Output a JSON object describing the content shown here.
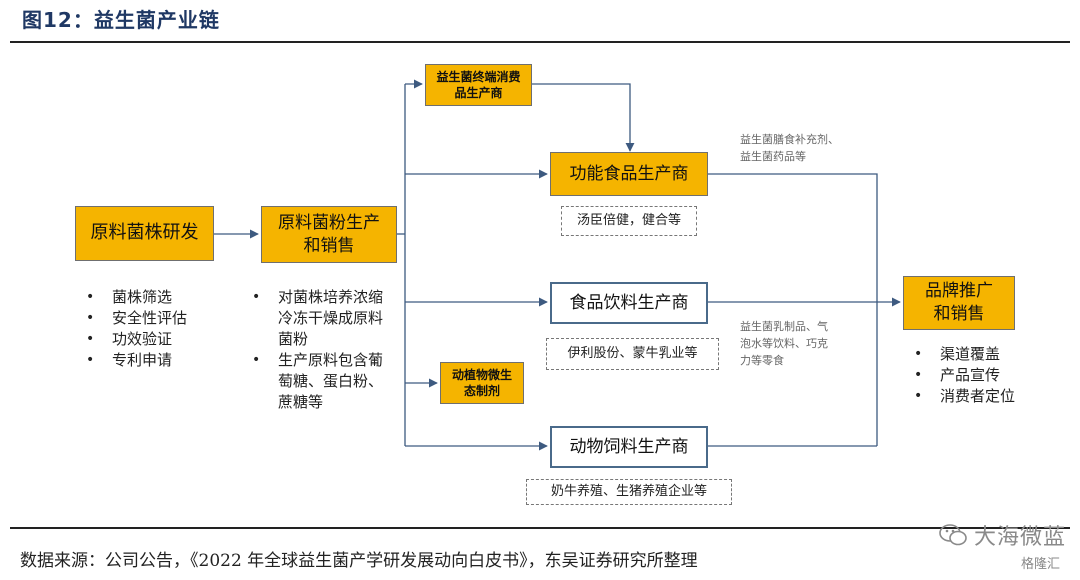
{
  "title": "图12：益生菌产业链",
  "source": "数据来源：公司公告，《2022 年全球益生菌产学研发展动向白皮书》，东吴证券研究所整理",
  "watermark": {
    "text": "大海微蓝",
    "brand": "格隆汇"
  },
  "nodes": {
    "raw_strain": "原料菌株研发",
    "raw_powder": "原料菌粉生产和销售",
    "terminal": "益生菌终端消费品生产商",
    "functional": "功能食品生产商",
    "beverage": "食品饮料生产商",
    "ecology": "动植物微生态制剂",
    "feed": "动物饲料生产商",
    "brand": "品牌推广和销售"
  },
  "examples": {
    "functional": "汤臣倍健，健合等",
    "beverage": "伊利股份、蒙牛乳业等",
    "feed": "奶牛养殖、生猪养殖企业等"
  },
  "notes": {
    "functional": "益生菌膳食补充剂、\n益生菌药品等",
    "beverage": "益生菌乳制品、气\n泡水等饮料、巧克\n力等零食"
  },
  "bullets": {
    "raw_strain": [
      "菌株筛选",
      "安全性评估",
      "功效验证",
      "专利申请"
    ],
    "raw_powder": [
      "对菌株培养浓缩冷冻干燥成原料菌粉",
      "生产原料包含葡萄糖、蛋白粉、蔗糖等"
    ],
    "brand": [
      "渠道覆盖",
      "产品宣传",
      "消费者定位"
    ]
  }
}
